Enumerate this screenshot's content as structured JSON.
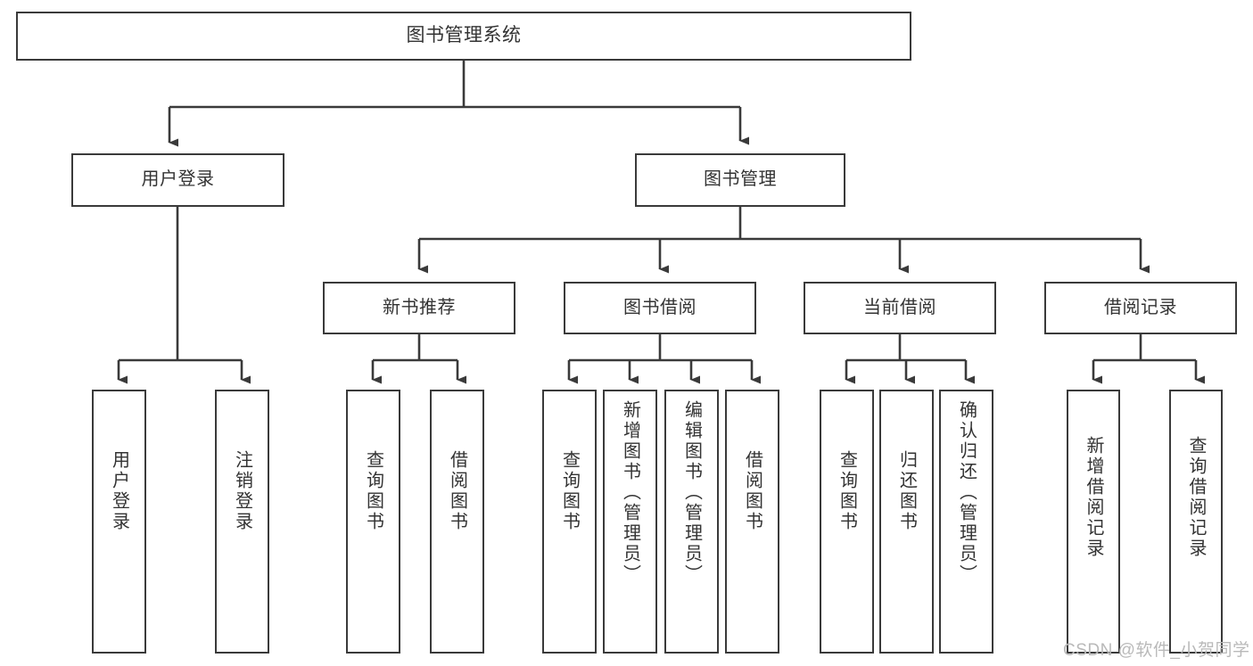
{
  "diagram": {
    "title": "图书管理系统",
    "type": "tree",
    "orientation": "top-down",
    "root": {
      "id": "root",
      "label": "图书管理系统"
    },
    "level2": [
      {
        "id": "user-login",
        "label": "用户登录"
      },
      {
        "id": "book-manage",
        "label": "图书管理"
      }
    ],
    "level3": [
      {
        "id": "new-book-rec",
        "label": "新书推荐",
        "parent": "book-manage"
      },
      {
        "id": "book-borrow",
        "label": "图书借阅",
        "parent": "book-manage"
      },
      {
        "id": "current-borrow",
        "label": "当前借阅",
        "parent": "book-manage"
      },
      {
        "id": "borrow-record",
        "label": "借阅记录",
        "parent": "book-manage"
      }
    ],
    "leaves": [
      {
        "id": "leaf-user-login",
        "label": "用户登录",
        "parent": "user-login"
      },
      {
        "id": "leaf-logout",
        "label": "注销登录",
        "parent": "user-login"
      },
      {
        "id": "leaf-query-book-1",
        "label": "查询图书",
        "parent": "new-book-rec"
      },
      {
        "id": "leaf-borrow-book-1",
        "label": "借阅图书",
        "parent": "new-book-rec"
      },
      {
        "id": "leaf-query-book-2",
        "label": "查询图书",
        "parent": "book-borrow"
      },
      {
        "id": "leaf-add-book",
        "label": "新增图书（管理员）",
        "parent": "book-borrow"
      },
      {
        "id": "leaf-edit-book",
        "label": "编辑图书（管理员）",
        "parent": "book-borrow"
      },
      {
        "id": "leaf-borrow-book-2",
        "label": "借阅图书",
        "parent": "book-borrow"
      },
      {
        "id": "leaf-query-book-3",
        "label": "查询图书",
        "parent": "current-borrow"
      },
      {
        "id": "leaf-return-book",
        "label": "归还图书",
        "parent": "current-borrow"
      },
      {
        "id": "leaf-confirm-return",
        "label": "确认归还（管理员）",
        "parent": "current-borrow"
      },
      {
        "id": "leaf-add-record",
        "label": "新增借阅记录",
        "parent": "borrow-record"
      },
      {
        "id": "leaf-query-record",
        "label": "查询借阅记录",
        "parent": "borrow-record"
      }
    ],
    "colors": {
      "stroke": "#3a3a3a",
      "text": "#333333",
      "background": "#ffffff",
      "watermark": "#b9b9b9"
    }
  },
  "watermark": {
    "text": "CSDN @软件_小贺同学"
  }
}
